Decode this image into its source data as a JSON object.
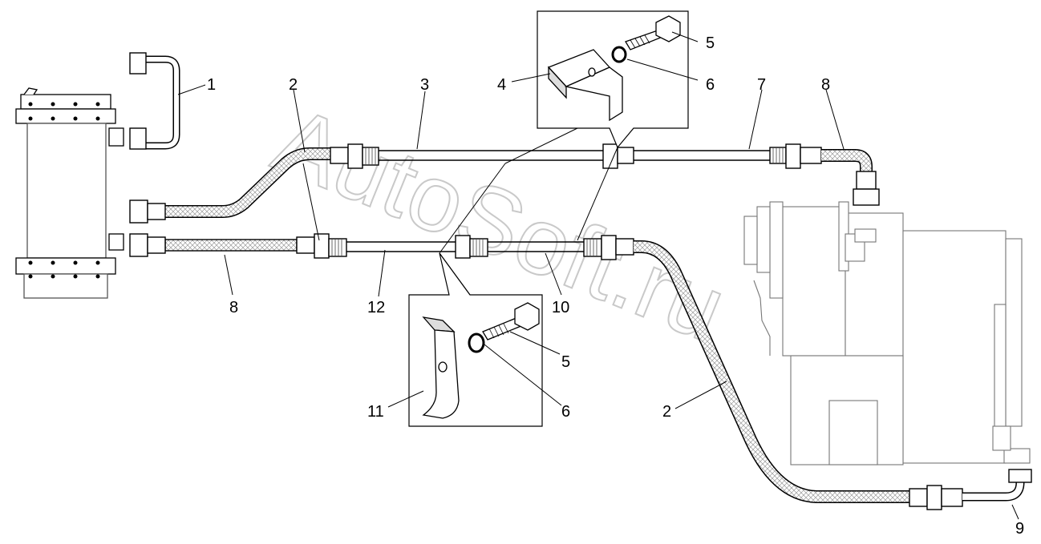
{
  "watermark": "AutoSoft.ru",
  "callouts": {
    "c1": "1",
    "c2a": "2",
    "c2b": "2",
    "c3": "3",
    "c4": "4",
    "c5a": "5",
    "c5b": "5",
    "c6a": "6",
    "c6b": "6",
    "c7": "7",
    "c8a": "8",
    "c8b": "8",
    "c9": "9",
    "c10": "10",
    "c11": "11",
    "c12": "12"
  }
}
